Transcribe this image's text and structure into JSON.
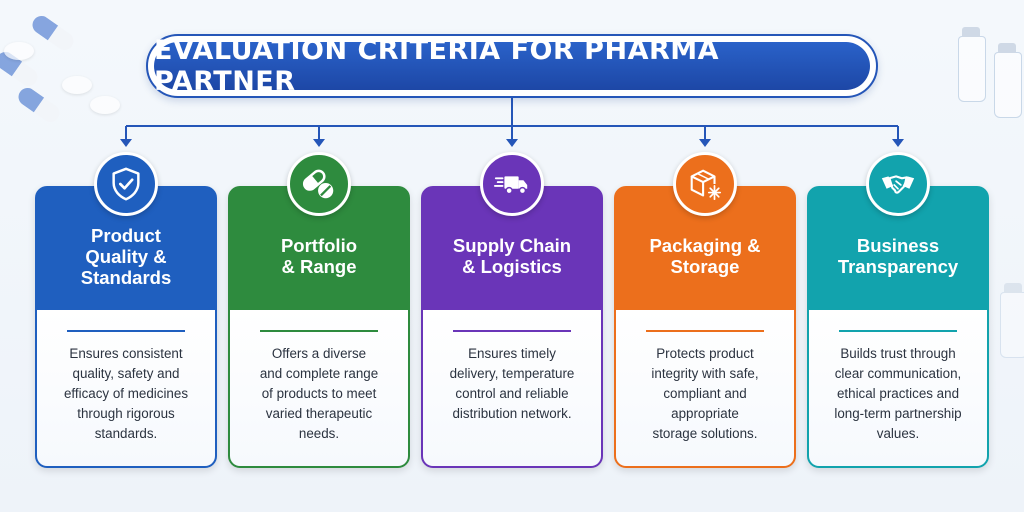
{
  "title": "EVALUATION CRITERIA FOR PHARMA PARTNER",
  "cards": [
    {
      "title": "Product\nQuality &\nStandards",
      "description": "Ensures consistent\nquality, safety and\nefficacy of medicines\nthrough rigorous\nstandards.",
      "icon": "shield-check-icon",
      "color": "#1f5fbf"
    },
    {
      "title": "Portfolio\n& Range",
      "description": "Offers a diverse\nand complete range\nof products to meet\nvaried therapeutic\nneeds.",
      "icon": "capsule-pill-icon",
      "color": "#2e8b3e"
    },
    {
      "title": "Supply Chain\n& Logistics",
      "description": "Ensures timely\ndelivery, temperature\ncontrol and reliable\ndistribution network.",
      "icon": "delivery-truck-icon",
      "color": "#6a35b8"
    },
    {
      "title": "Packaging &\nStorage",
      "description": "Protects product\nintegrity with safe,\ncompliant and\nappropriate\nstorage solutions.",
      "icon": "box-snowflake-icon",
      "color": "#ec6f1c"
    },
    {
      "title": "Business\nTransparency",
      "description": "Builds trust through\nclear communication,\nethical practices and\nlong-term partnership\nvalues.",
      "icon": "handshake-icon",
      "color": "#12a3ad"
    }
  ]
}
